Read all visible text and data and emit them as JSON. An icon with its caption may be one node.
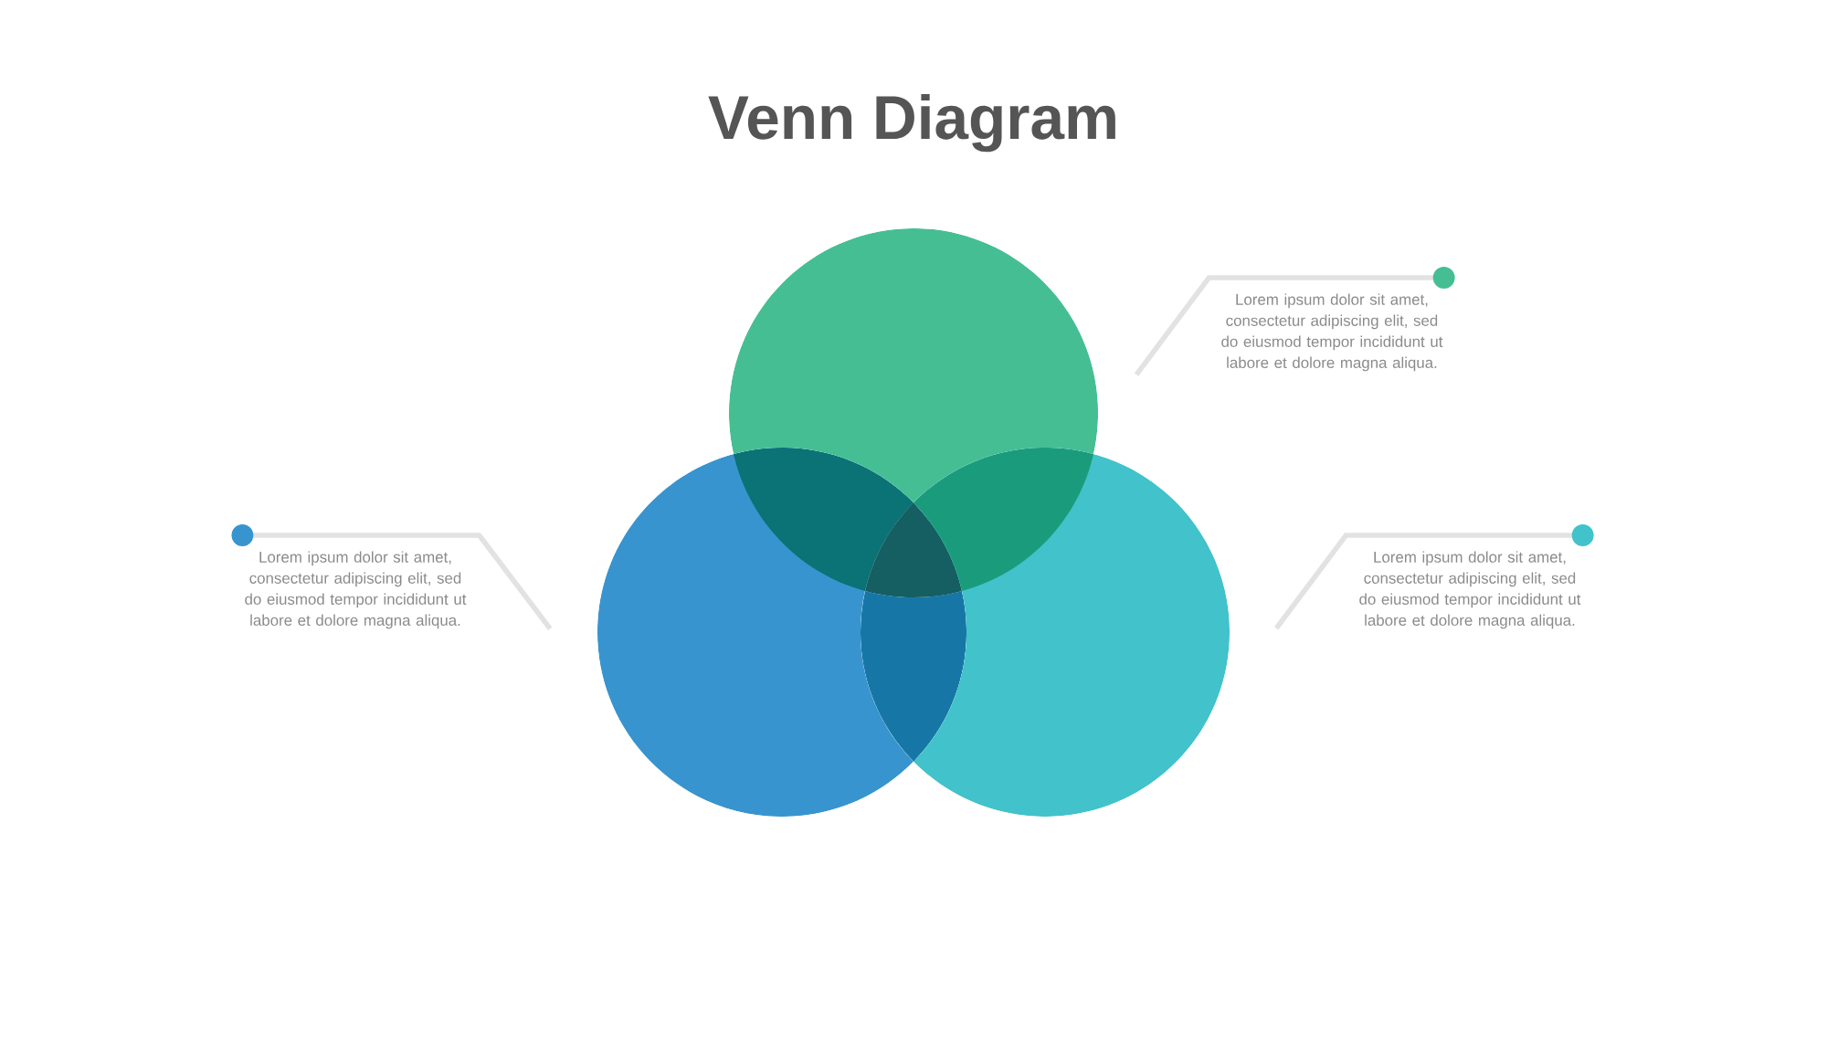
{
  "diagram": {
    "title": "Venn Diagram",
    "nodes": [
      {
        "text": [],
        "shape": "circle"
      },
      {
        "text": [],
        "shape": "circle"
      },
      {
        "text": [],
        "shape": "circle"
      },
      {
        "text": [
          "Lorem ipsum dolor sit amet, consectetur adipiscing elit, sed do eiusmod tempor incididunt ut labore et dolore magna aliqua."
        ]
      },
      {
        "text": [
          "Lorem ipsum dolor sit amet, consectetur adipiscing elit, sed do eiusmod tempor incididunt ut labore et dolore magna aliqua."
        ]
      },
      {
        "text": [
          "Lorem ipsum dolor sit amet, consectetur adipiscing elit, sed do eiusmod tempor incididunt ut labore et dolore magna aliqua."
        ]
      }
    ],
    "edges": [
      {
        "from": 3,
        "to": 1,
        "arrow": "other"
      },
      {
        "from": 4,
        "to": 0,
        "arrow": "other"
      },
      {
        "from": 5,
        "to": 2,
        "arrow": "other"
      }
    ]
  }
}
